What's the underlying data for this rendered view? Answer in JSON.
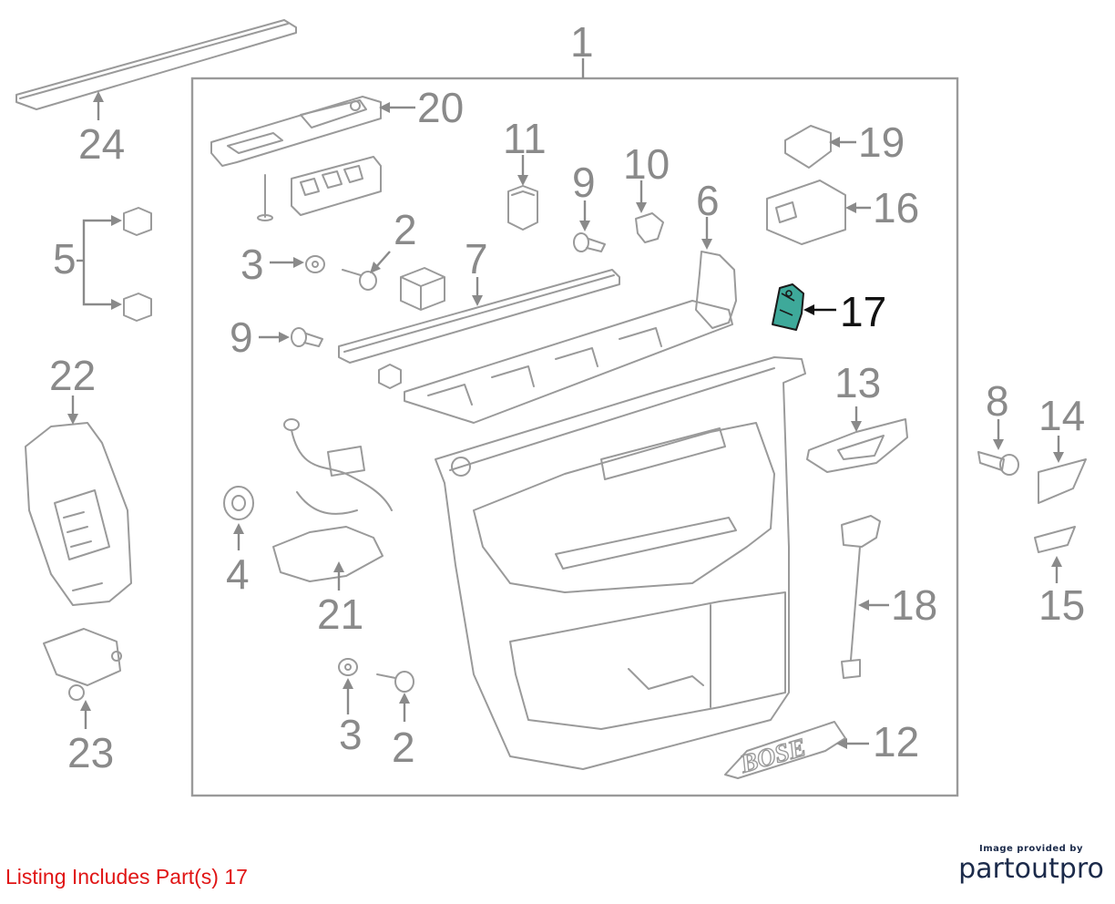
{
  "diagram": {
    "highlight_color": "#3ea99a",
    "part_numbers": {
      "p1": "1",
      "p2a": "2",
      "p2b": "2",
      "p3a": "3",
      "p3b": "3",
      "p4": "4",
      "p5": "5",
      "p6": "6",
      "p7": "7",
      "p8": "8",
      "p9a": "9",
      "p9b": "9",
      "p10": "10",
      "p11": "11",
      "p12": "12",
      "p13": "13",
      "p14": "14",
      "p15": "15",
      "p16": "16",
      "p17": "17",
      "p18": "18",
      "p19": "19",
      "p20": "20",
      "p21": "21",
      "p22": "22",
      "p23": "23",
      "p24": "24"
    },
    "emblem_text": "BOSE"
  },
  "footer": {
    "listing_text": "Listing Includes Part(s) 17",
    "listing_color": "#e01414",
    "credit_small": "Image provided by",
    "credit_logo": "partoutpro"
  }
}
